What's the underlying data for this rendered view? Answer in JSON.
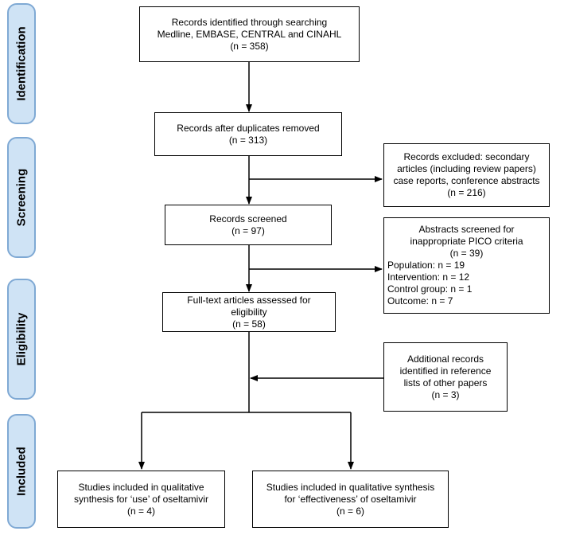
{
  "stages": {
    "identification": "Identification",
    "screening": "Screening",
    "eligibility": "Eligibility",
    "included": "Included"
  },
  "boxes": {
    "identified": [
      "Records identified through searching",
      "Medline, EMBASE, CENTRAL and CINAHL",
      "(n = 358)"
    ],
    "after_duplicates": [
      "Records after duplicates removed",
      "(n = 313)"
    ],
    "excluded": [
      "Records excluded: secondary",
      "articles (including review papers)",
      "case reports, conference abstracts",
      "(n = 216)"
    ],
    "screened": [
      "Records screened",
      "(n = 97)"
    ],
    "pico": {
      "header": [
        "Abstracts screened for",
        "inappropriate PICO criteria",
        "(n =  39)"
      ],
      "items": [
        "Population: n = 19",
        "Intervention: n = 12",
        "Control group: n = 1",
        "Outcome: n = 7"
      ]
    },
    "fulltext": [
      "Full-text articles assessed for",
      "eligibility",
      "(n = 58)"
    ],
    "additional": [
      "Additional records",
      "identified in reference",
      "lists of other papers",
      "(n = 3)"
    ],
    "use": [
      "Studies included in qualitative",
      "synthesis for ‘use’ of oseltamivir",
      "(n = 4)"
    ],
    "effectiveness": [
      "Studies included in qualitative synthesis",
      "for ‘effectiveness’ of oseltamivir",
      "(n = 6)"
    ]
  }
}
